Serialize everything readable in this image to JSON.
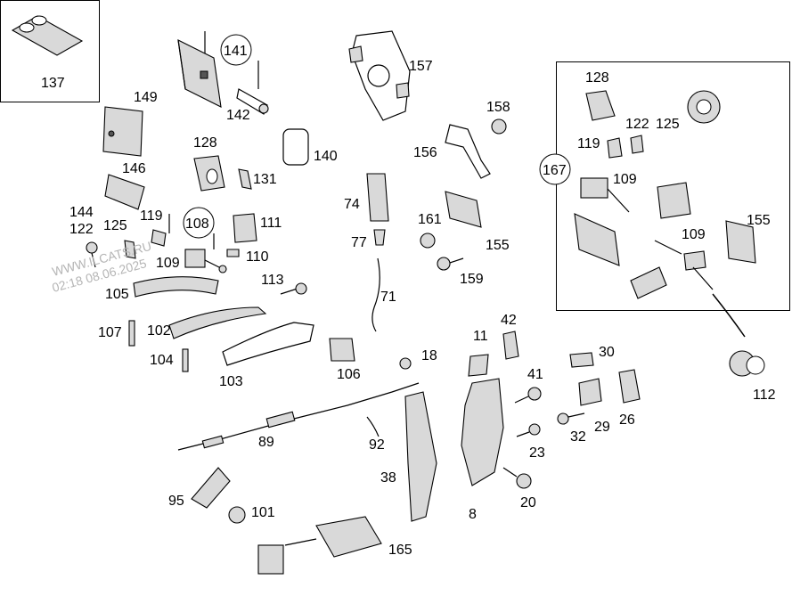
{
  "watermark": {
    "site": "WWW.ILCATS.RU",
    "timestamp": "02:18 08.06.2025"
  },
  "labels": {
    "l137": "137",
    "l141": "141",
    "l142": "142",
    "l157": "157",
    "l149": "149",
    "l140": "140",
    "l128a": "128",
    "l131": "131",
    "l146": "146",
    "l144": "144",
    "l122a": "122",
    "l125a": "125",
    "l119a": "119",
    "l108": "108",
    "l109a": "109",
    "l111": "111",
    "l110": "110",
    "l105": "105",
    "l113": "113",
    "l107": "107",
    "l102": "102",
    "l104": "104",
    "l103": "103",
    "l74": "74",
    "l77": "77",
    "l71": "71",
    "l156": "156",
    "l158": "158",
    "l161": "161",
    "l155a": "155",
    "l159": "159",
    "l128b": "128",
    "l122b": "122",
    "l125b": "125",
    "l119b": "119",
    "l109b": "109",
    "l167": "167",
    "l109c": "109",
    "l155b": "155",
    "l112": "112",
    "l106": "106",
    "l18": "18",
    "l11": "11",
    "l42": "42",
    "l41": "41",
    "l30": "30",
    "l29": "29",
    "l26": "26",
    "l32": "32",
    "l23": "23",
    "l20": "20",
    "l8": "8",
    "l89": "89",
    "l92": "92",
    "l38": "38",
    "l95": "95",
    "l101": "101",
    "l165": "165"
  }
}
